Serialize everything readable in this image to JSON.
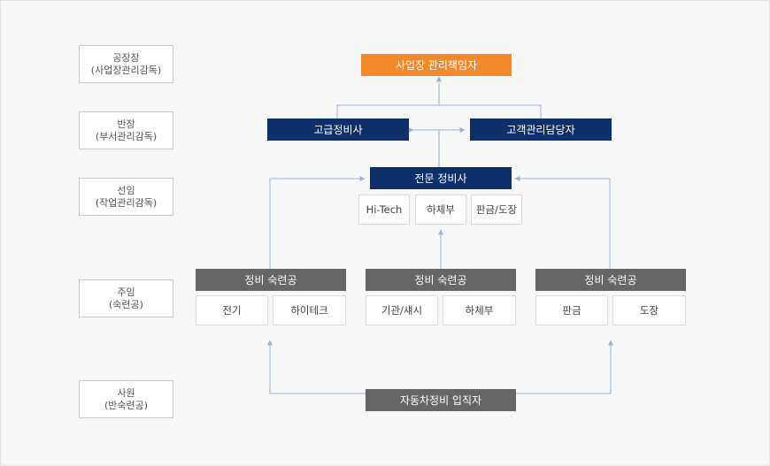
{
  "ranks": [
    {
      "line1": "공장장",
      "line2": "(사업장관리감독)"
    },
    {
      "line1": "반장",
      "line2": "(부서관리감독)"
    },
    {
      "line1": "선임",
      "line2": "(작업관리감독)"
    },
    {
      "line1": "주임",
      "line2": "(숙련공)"
    },
    {
      "line1": "사원",
      "line2": "(반숙련공)"
    }
  ],
  "nodes": {
    "manager": "사업장 관리책임자",
    "senior_mechanic": "고급정비사",
    "customer_manager": "고객관리담당자",
    "expert_mechanic": "전문 정비사",
    "entry": "자동차정비 입직자"
  },
  "expert_subs": [
    "Hi-Tech",
    "하체부",
    "판금/도장"
  ],
  "skilled_groups": [
    {
      "title": "정비 숙련공",
      "subs": [
        "전기",
        "하이테크"
      ]
    },
    {
      "title": "정비 숙련공",
      "subs": [
        "기관/섀시",
        "하체부"
      ]
    },
    {
      "title": "정비 숙련공",
      "subs": [
        "판금",
        "도장"
      ]
    }
  ],
  "colors": {
    "manager": "#f08a2c",
    "navy": "#0f2f6b",
    "gray": "#666666",
    "connector": "#9ab3d6"
  }
}
